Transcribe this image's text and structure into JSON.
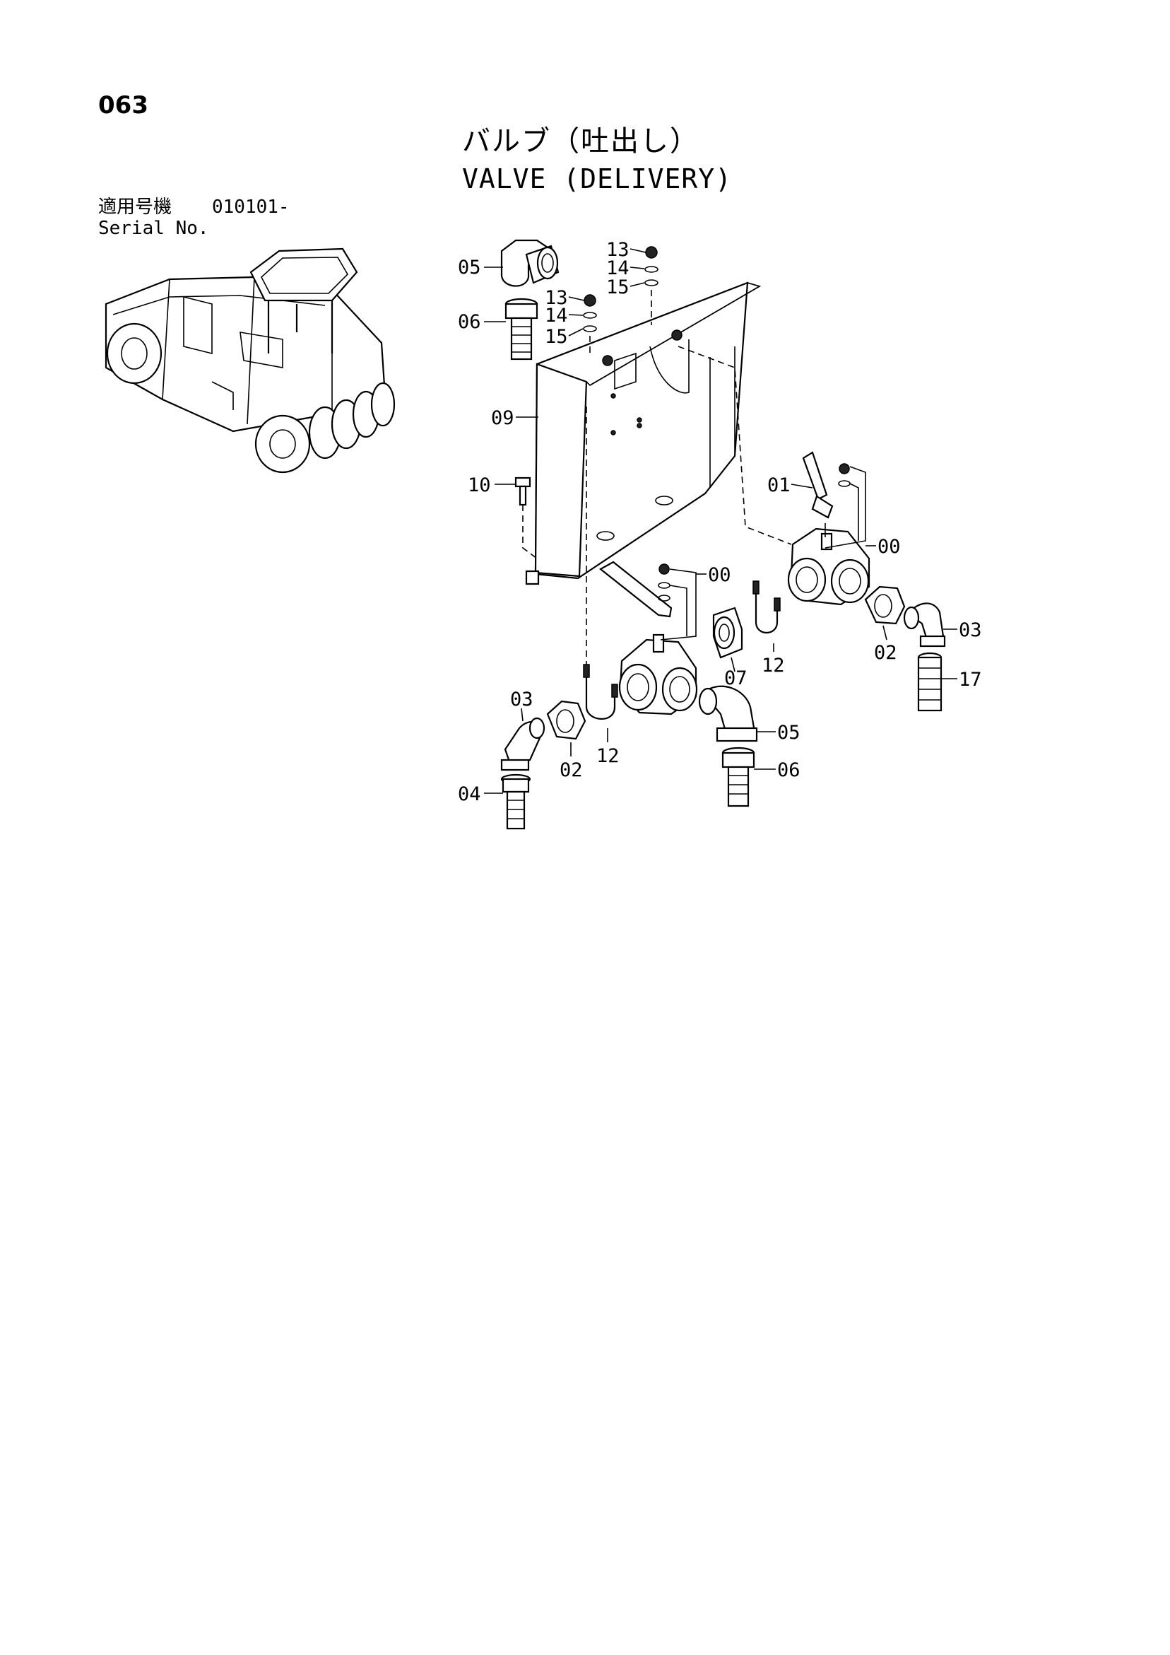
{
  "page_number": "063",
  "title": {
    "jp": "バルブ（吐出し）",
    "en": "VALVE (DELIVERY)"
  },
  "serial": {
    "label_jp": "適用号機",
    "value": "010101-",
    "label_en": "Serial No."
  },
  "callouts": [
    "05",
    "06",
    "13",
    "14",
    "15",
    "13",
    "14",
    "15",
    "09",
    "10",
    "01",
    "00",
    "00",
    "07",
    "12",
    "02",
    "03",
    "17",
    "03",
    "02",
    "12",
    "05",
    "06",
    "04"
  ]
}
